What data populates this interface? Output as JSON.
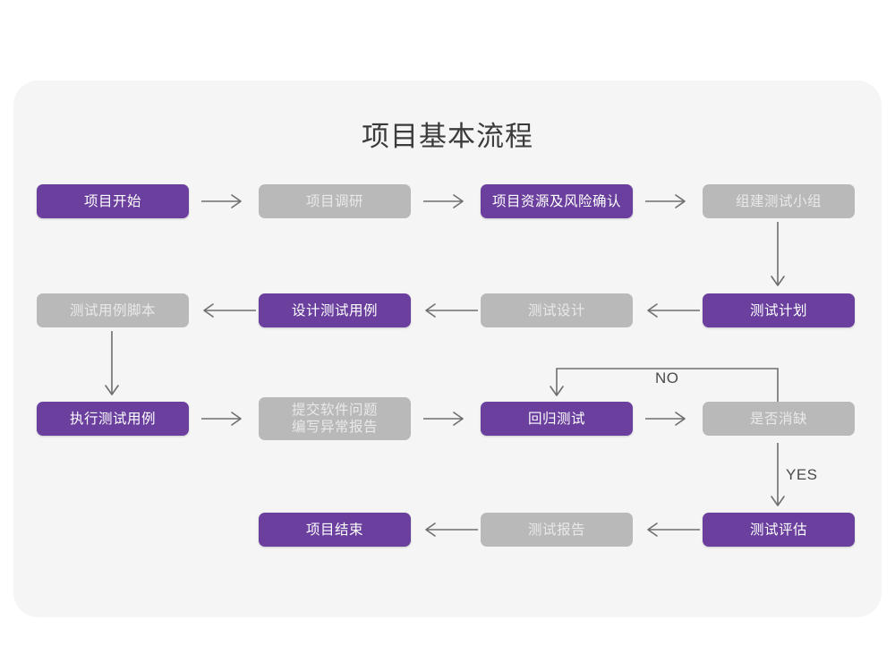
{
  "page": {
    "background_color": "#ffffff",
    "panel_color": "#f5f5f5"
  },
  "title": "项目基本流程",
  "theme": {
    "accent_purple": "#6a3f9e",
    "muted_gray": "#b9b9b9",
    "gray_text": "#e9e9e9",
    "purple_text": "#ffffff",
    "connector": "#6e6e6e",
    "title_color": "#3b3b3b"
  },
  "chart_data": {
    "type": "diagram",
    "diagram_kind": "flowchart",
    "title": "项目基本流程",
    "nodes": [
      {
        "id": "n1",
        "label": "项目开始",
        "style": "purple",
        "row": 1,
        "col": 1
      },
      {
        "id": "n2",
        "label": "项目调研",
        "style": "gray",
        "row": 1,
        "col": 2
      },
      {
        "id": "n3",
        "label": "项目资源及风险确认",
        "style": "purple",
        "row": 1,
        "col": 3
      },
      {
        "id": "n4",
        "label": "组建测试小组",
        "style": "gray",
        "row": 1,
        "col": 4
      },
      {
        "id": "n5",
        "label": "测试用例脚本",
        "style": "gray",
        "row": 2,
        "col": 1
      },
      {
        "id": "n6",
        "label": "设计测试用例",
        "style": "purple",
        "row": 2,
        "col": 2
      },
      {
        "id": "n7",
        "label": "测试设计",
        "style": "gray",
        "row": 2,
        "col": 3
      },
      {
        "id": "n8",
        "label": "测试计划",
        "style": "purple",
        "row": 2,
        "col": 4
      },
      {
        "id": "n9",
        "label": "执行测试用例",
        "style": "purple",
        "row": 3,
        "col": 1
      },
      {
        "id": "n10",
        "label": "提交软件问题\n编写异常报告",
        "style": "gray",
        "row": 3,
        "col": 2
      },
      {
        "id": "n11",
        "label": "回归测试",
        "style": "purple",
        "row": 3,
        "col": 3
      },
      {
        "id": "n12",
        "label": "是否消缺",
        "style": "gray",
        "row": 3,
        "col": 4
      },
      {
        "id": "n13",
        "label": "项目结束",
        "style": "purple",
        "row": 4,
        "col": 2
      },
      {
        "id": "n14",
        "label": "测试报告",
        "style": "gray",
        "row": 4,
        "col": 3
      },
      {
        "id": "n15",
        "label": "测试评估",
        "style": "purple",
        "row": 4,
        "col": 4
      }
    ],
    "edges": [
      {
        "from": "n1",
        "to": "n2",
        "label": "",
        "direction": "right"
      },
      {
        "from": "n2",
        "to": "n3",
        "label": "",
        "direction": "right"
      },
      {
        "from": "n3",
        "to": "n4",
        "label": "",
        "direction": "right"
      },
      {
        "from": "n4",
        "to": "n8",
        "label": "",
        "direction": "down"
      },
      {
        "from": "n8",
        "to": "n7",
        "label": "",
        "direction": "left"
      },
      {
        "from": "n7",
        "to": "n6",
        "label": "",
        "direction": "left"
      },
      {
        "from": "n6",
        "to": "n5",
        "label": "",
        "direction": "left"
      },
      {
        "from": "n5",
        "to": "n9",
        "label": "",
        "direction": "down"
      },
      {
        "from": "n9",
        "to": "n10",
        "label": "",
        "direction": "right"
      },
      {
        "from": "n10",
        "to": "n11",
        "label": "",
        "direction": "right"
      },
      {
        "from": "n11",
        "to": "n12",
        "label": "",
        "direction": "right"
      },
      {
        "from": "n12",
        "to": "n11",
        "label": "NO",
        "direction": "loop-up-left"
      },
      {
        "from": "n12",
        "to": "n15",
        "label": "YES",
        "direction": "down"
      },
      {
        "from": "n15",
        "to": "n14",
        "label": "",
        "direction": "left"
      },
      {
        "from": "n14",
        "to": "n13",
        "label": "",
        "direction": "left"
      }
    ]
  },
  "edge_labels": {
    "no": "NO",
    "yes": "YES"
  }
}
